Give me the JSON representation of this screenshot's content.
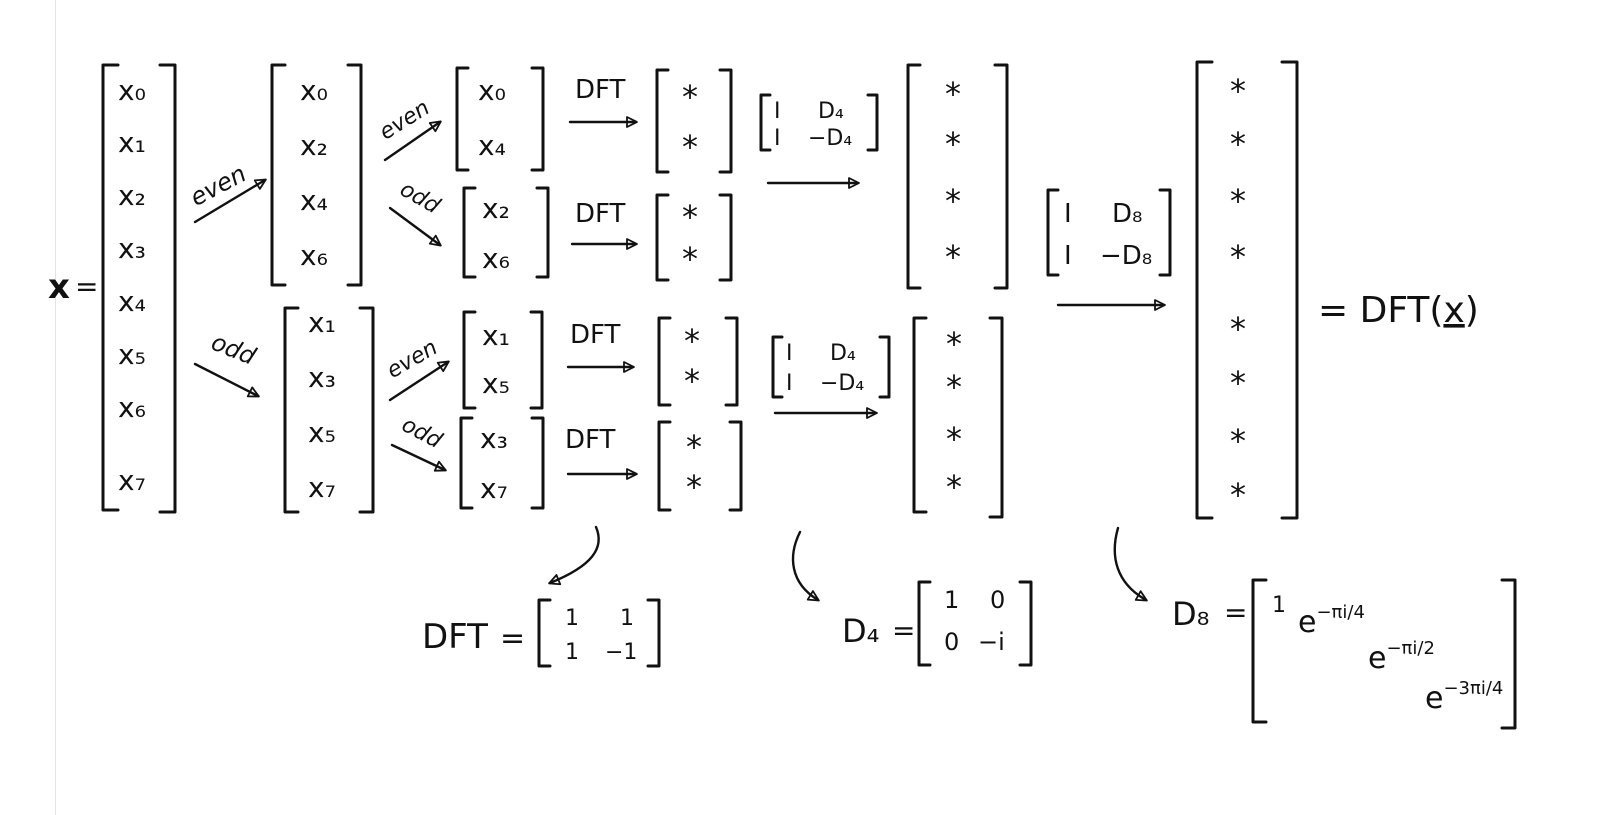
{
  "input_vector": {
    "name": "x",
    "equals": "=",
    "entries": [
      "x₀",
      "x₁",
      "x₂",
      "x₃",
      "x₄",
      "x₅",
      "x₆",
      "x₇"
    ]
  },
  "split_labels": {
    "even": "even",
    "odd": "odd"
  },
  "level1": {
    "even_entries": [
      "x₀",
      "x₂",
      "x₄",
      "x₆"
    ],
    "odd_entries": [
      "x₁",
      "x₃",
      "x₅",
      "x₇"
    ]
  },
  "level2": {
    "even_even": [
      "x₀",
      "x₄"
    ],
    "even_odd": [
      "x₂",
      "x₆"
    ],
    "odd_even": [
      "x₁",
      "x₅"
    ],
    "odd_odd": [
      "x₃",
      "x₇"
    ]
  },
  "dft_label": "DFT",
  "star": "*",
  "butterfly4": {
    "r1c1": "I",
    "r1c2": "D₄",
    "r2c1": "I",
    "r2c2": "−D₄"
  },
  "butterfly8": {
    "r1c1": "I",
    "r1c2": "D₈",
    "r2c1": "I",
    "r2c2": "−D₈"
  },
  "result": {
    "text": "= DFT(",
    "var": "x",
    "close": ")"
  },
  "defs": {
    "dft": {
      "lhs": "DFT",
      "eq": "=",
      "m": [
        "1",
        "1",
        "1",
        "−1"
      ]
    },
    "d4": {
      "lhs": "D₄",
      "eq": "=",
      "m": [
        "1",
        "0",
        "0",
        "−i"
      ]
    },
    "d8": {
      "lhs": "D₈",
      "eq": "=",
      "d0": "1",
      "e": "e",
      "d1": "−πi/4",
      "d2": "−πi/2",
      "d3": "−3πi/4"
    }
  }
}
